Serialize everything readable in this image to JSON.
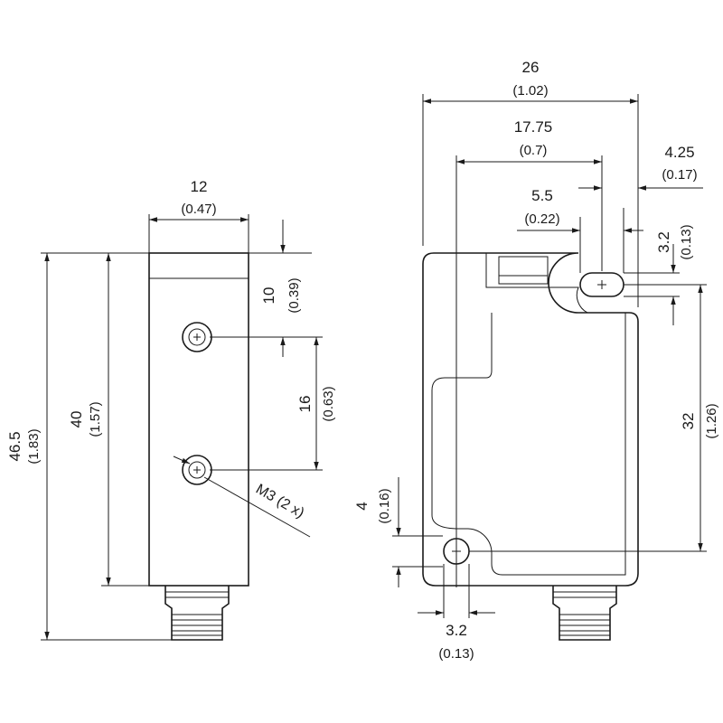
{
  "side_view": {
    "width": {
      "mm": "12",
      "inch": "(0.47)"
    },
    "height_total": {
      "mm": "46.5",
      "inch": "(1.83)"
    },
    "height_body": {
      "mm": "40",
      "inch": "(1.57)"
    },
    "hole_top_offset": {
      "mm": "10",
      "inch": "(0.39)"
    },
    "hole_spacing": {
      "mm": "16",
      "inch": "(0.63)"
    },
    "thread_callout": "M3 (2 x)"
  },
  "front_view": {
    "width_total": {
      "mm": "26",
      "inch": "(1.02)"
    },
    "hole_distance": {
      "mm": "17.75",
      "inch": "(0.7)"
    },
    "edge_offset": {
      "mm": "4.25",
      "inch": "(0.17)"
    },
    "slot_length": {
      "mm": "5.5",
      "inch": "(0.22)"
    },
    "slot_width": {
      "mm": "3.2",
      "inch": "(0.13)"
    },
    "vertical_hole_spacing": {
      "mm": "32",
      "inch": "(1.26)"
    },
    "lower_hole_offset": {
      "mm": "4",
      "inch": "(0.16)"
    },
    "lower_hole_diameter": {
      "mm": "3.2",
      "inch": "(0.13)"
    }
  }
}
